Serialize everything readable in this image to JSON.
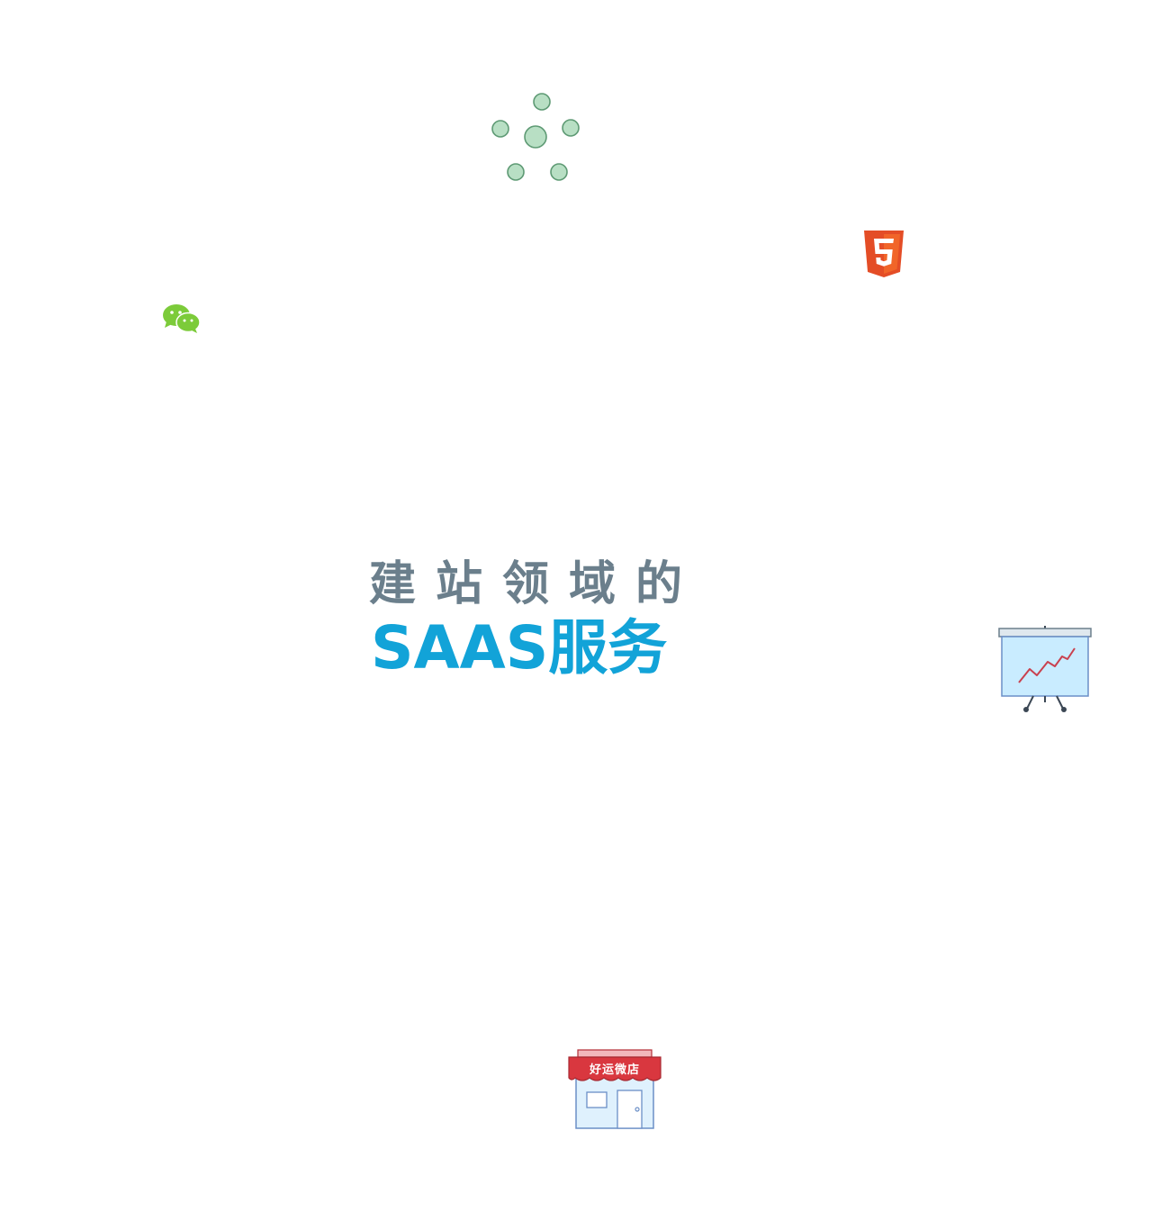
{
  "headline": {
    "line1": "建站领域的",
    "line2": "SAAS服务"
  },
  "store_sign": "好运微店",
  "colors": {
    "headline_gray": "#6b7f8c",
    "headline_blue": "#12a3d8",
    "dots_fill": "#b8dfc4",
    "dots_stroke": "#5e9a74",
    "wechat_green": "#7ccb3a",
    "html5_orange": "#e44d26",
    "store_red": "#d9373f",
    "screen_blue": "#c9ecff"
  },
  "icons": [
    "dots-cluster-icon",
    "html5-icon",
    "wechat-icon",
    "presentation-chart-icon",
    "shop-icon"
  ]
}
